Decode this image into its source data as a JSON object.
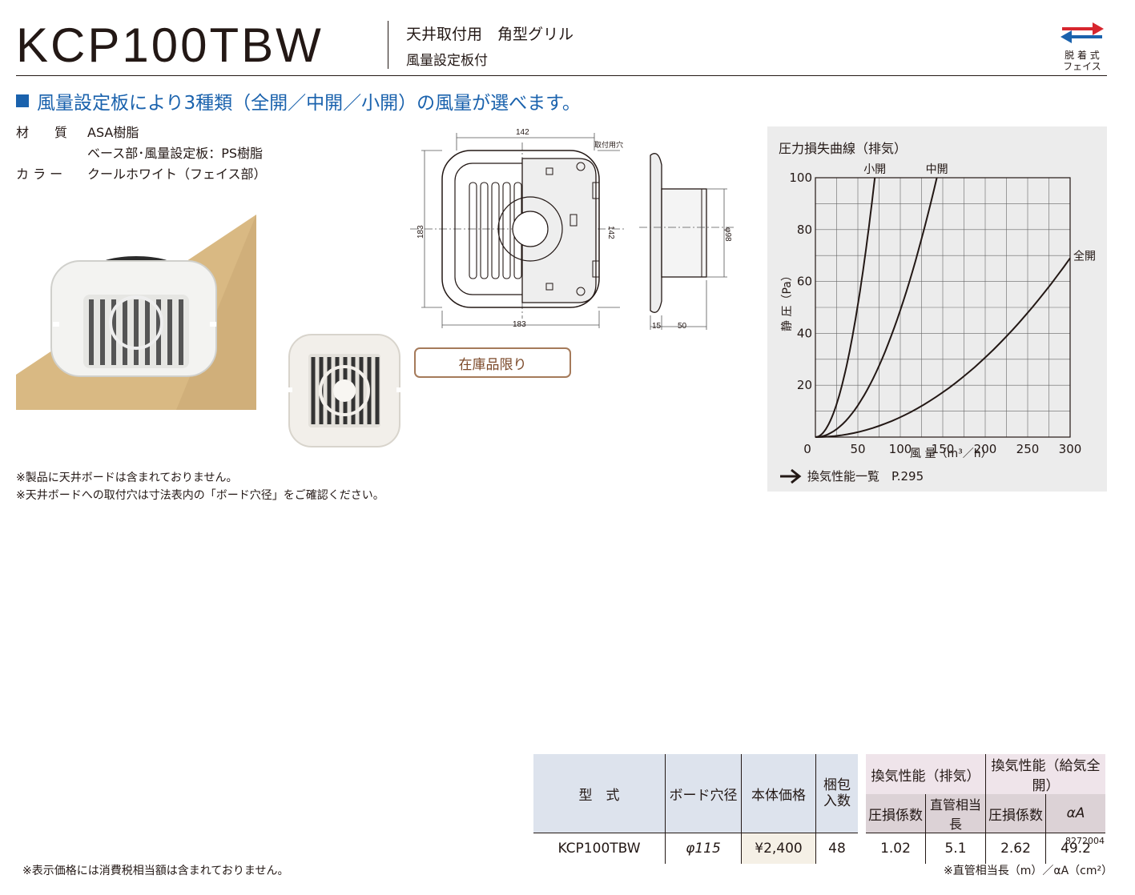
{
  "header": {
    "model": "KCP100TBW",
    "subtitle1": "天井取付用　角型グリル",
    "subtitle2": "風量設定板付",
    "badge_line1": "脱 着 式",
    "badge_line2": "フェイス"
  },
  "headline": "風量設定板により3種類（全開／中開／小開）の風量が選べます。",
  "specs": [
    {
      "key": "材　　質",
      "value": "ASA樹脂"
    },
    {
      "key": "",
      "value": "ベース部･風量設定板：PS樹脂"
    },
    {
      "key": "カ ラ ー",
      "value": "クールホワイト（フェイス部）"
    }
  ],
  "notes": [
    "※製品に天井ボードは含まれておりません。",
    "※天井ボードへの取付穴は寸法表内の「ボード穴径」をご確認ください。"
  ],
  "drawing": {
    "dim_top": "142",
    "dim_left": "183",
    "dim_right": "142",
    "dim_bottom": "183",
    "hole_label": "取付用穴",
    "dim_side_15": "15",
    "dim_side_50": "50",
    "dim_phi": "φ98"
  },
  "stock_label": "在庫品限り",
  "chart_data": {
    "type": "line",
    "title": "圧力損失曲線（排気）",
    "xlabel": "風 量（m³／h）",
    "ylabel": "静 圧（Pa）",
    "xlim": [
      0,
      300
    ],
    "ylim": [
      0,
      100
    ],
    "xticks": [
      0,
      50,
      100,
      150,
      200,
      250,
      300
    ],
    "yticks": [
      0,
      20,
      40,
      60,
      80,
      100
    ],
    "grid": true,
    "series": [
      {
        "name": "小開",
        "x": [
          0,
          10,
          20,
          30,
          40,
          50,
          60,
          70
        ],
        "y": [
          0,
          2,
          8,
          18,
          33,
          51,
          73,
          100
        ]
      },
      {
        "name": "中開",
        "x": [
          0,
          25,
          50,
          75,
          100,
          125,
          143
        ],
        "y": [
          0,
          3,
          12,
          27,
          48,
          75,
          100
        ]
      },
      {
        "name": "全開",
        "x": [
          0,
          50,
          100,
          150,
          200,
          250,
          300
        ],
        "y": [
          0,
          2,
          7,
          17,
          30,
          48,
          69
        ]
      }
    ],
    "link_text": "換気性能一覧　P.295"
  },
  "table": {
    "headers": {
      "model": "型　式",
      "board_hole": "ボード穴径",
      "price": "本体価格",
      "qty_l1": "梱包",
      "qty_l2": "入数",
      "exhaust": "換気性能（排気）",
      "supply": "換気性能（給気全開）",
      "loss_coef": "圧損係数",
      "equiv_len": "直管相当長",
      "loss_coef2": "圧損係数",
      "alpha_a": "αA"
    },
    "row": {
      "model": "KCP100TBW",
      "board_hole": "φ115",
      "price": "¥2,400",
      "qty": "48",
      "loss_coef": "1.02",
      "equiv_len": "5.1",
      "loss_coef2": "2.62",
      "alpha_a": "49.2"
    }
  },
  "code": "8272004",
  "footer_left": "※表示価格には消費税相当額は含まれておりません。",
  "footer_right": "※直管相当長（m）／αA（cm²）"
}
